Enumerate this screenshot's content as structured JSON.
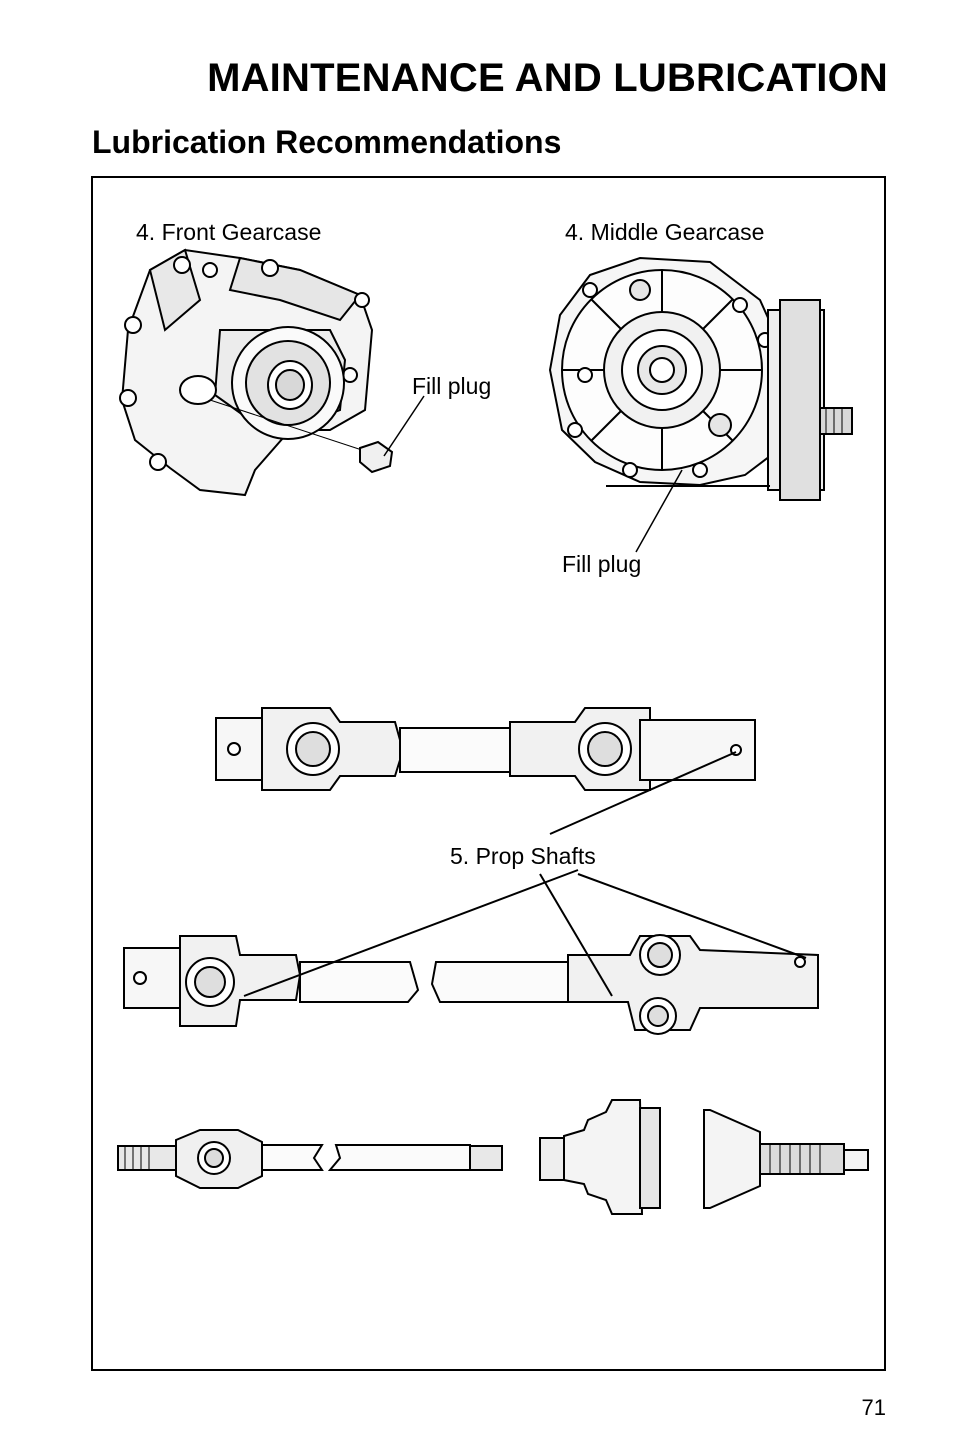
{
  "header": {
    "section_title": "MAINTENANCE AND LUBRICATION",
    "subsection_title": "Lubrication Recommendations"
  },
  "figure": {
    "front_gearcase_label": "4. Front Gearcase",
    "middle_gearcase_label": "4. Middle Gearcase",
    "front_fill_plug_label": "Fill plug",
    "middle_fill_plug_label": "Fill plug",
    "prop_shafts_label": "5. Prop Shafts"
  },
  "footer": {
    "page_number": "71"
  }
}
